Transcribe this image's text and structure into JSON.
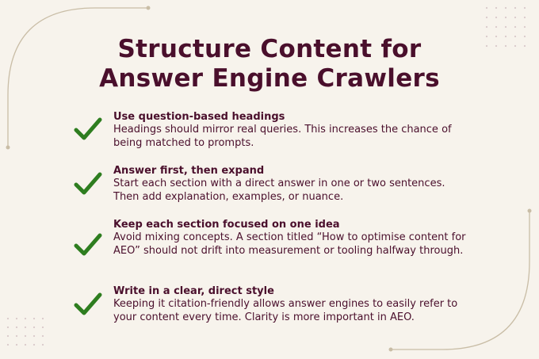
{
  "title": {
    "line1": "Structure Content for",
    "line2": "Answer Engine Crawlers"
  },
  "colors": {
    "background": "#f7f3ec",
    "text": "#4a0f2c",
    "check": "#2e7d1f",
    "decoration": "#c9bda6"
  },
  "icons": [
    "check-icon"
  ],
  "items": [
    {
      "heading": "Use question-based headings",
      "body": "Headings should mirror real queries. This increases the chance of being matched to prompts."
    },
    {
      "heading": "Answer first, then expand",
      "body": "Start each section with a direct answer in one or two sentences. Then add explanation, examples, or nuance."
    },
    {
      "heading": "Keep each section focused on one idea",
      "body": "Avoid mixing concepts. A section titled “How to optimise content for AEO” should not drift into measurement or tooling halfway through."
    },
    {
      "heading": "Write in a clear, direct style",
      "body": "Keeping it citation-friendly allows answer engines to easily refer to your content every time. Clarity is more important in AEO."
    }
  ]
}
